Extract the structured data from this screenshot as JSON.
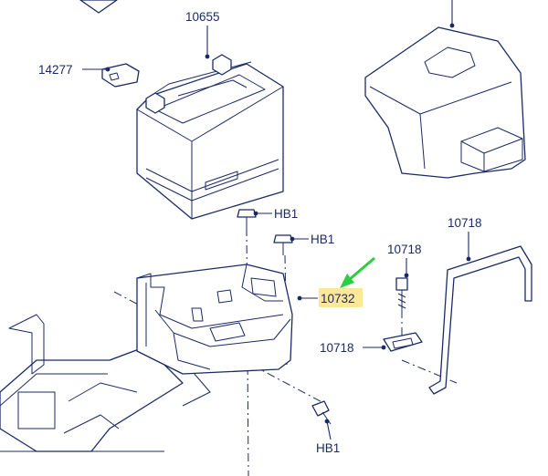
{
  "diagram": {
    "labels": {
      "p10655": "10655",
      "p14277": "14277",
      "hb1_a": "HB1",
      "hb1_b": "HB1",
      "hb1_c": "HB1",
      "p10718_strap": "10718",
      "p10718_bolt": "10718",
      "p10718_clamp": "10718",
      "p10732": "10732"
    },
    "highlighted_part": "10732",
    "colors": {
      "line": "#1a2a66",
      "highlight": "#fde89a",
      "arrow": "#2ecc40",
      "background": "#ffffff"
    }
  }
}
